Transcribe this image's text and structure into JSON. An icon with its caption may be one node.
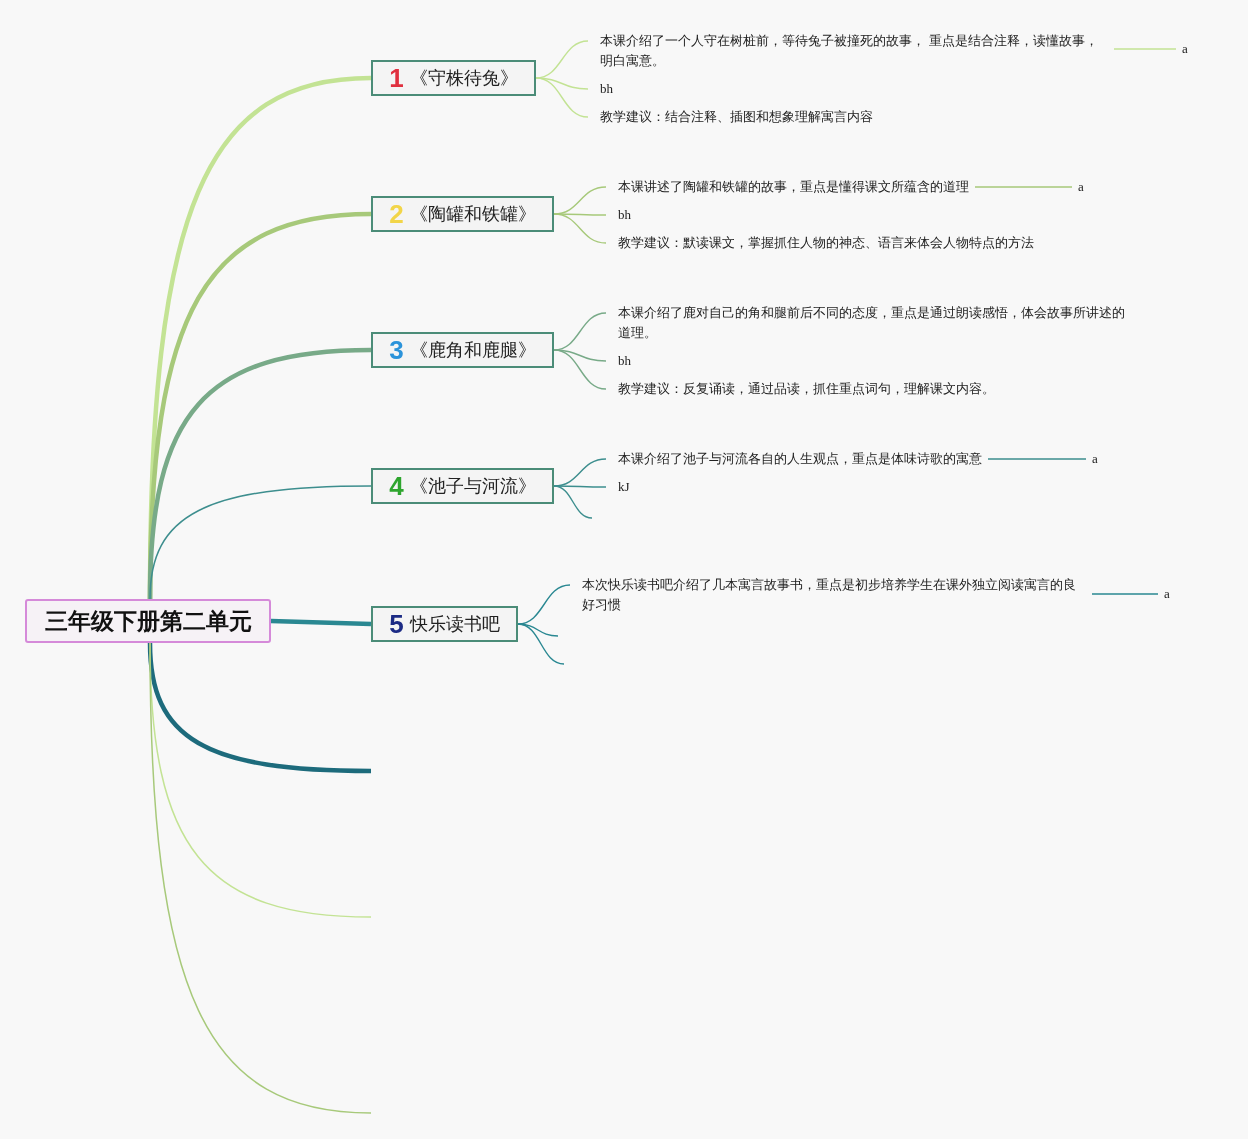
{
  "diagram": {
    "nodes": [
      {
        "text": [
          "三年级下册第二单元"
        ]
      },
      {
        "text": [
          "1",
          "《守株待兔》"
        ]
      },
      {
        "text": [
          "本课介绍了一个人守在树桩前，等待兔子被撞死的故事， 重点是结合注释，读懂故事，明白寓意。"
        ]
      },
      {
        "text": [
          "a"
        ]
      },
      {
        "text": [
          "bh"
        ]
      },
      {
        "text": [
          "教学建议：结合注释、插图和想象理解寓言内容"
        ]
      },
      {
        "text": [
          "2",
          "《陶罐和铁罐》"
        ]
      },
      {
        "text": [
          "本课讲述了陶罐和铁罐的故事，重点是懂得课文所蕴含的道理"
        ]
      },
      {
        "text": [
          "a"
        ]
      },
      {
        "text": [
          "bh"
        ]
      },
      {
        "text": [
          "教学建议：默读课文，掌握抓住人物的神态、语言来体会人物特点的方法"
        ]
      },
      {
        "text": [
          "3",
          "《鹿角和鹿腿》"
        ]
      },
      {
        "text": [
          "本课介绍了鹿对自己的角和腿前后不同的态度，重点是通过朗读感悟，体会故事所讲述的道理。"
        ]
      },
      {
        "text": [
          "bh"
        ]
      },
      {
        "text": [
          "教学建议：反复诵读，通过品读，抓住重点词句，理解课文内容。"
        ]
      },
      {
        "text": [
          "4",
          "《池子与河流》"
        ]
      },
      {
        "text": [
          "本课介绍了池子与河流各自的人生观点，重点是体味诗歌的寓意"
        ]
      },
      {
        "text": [
          "a"
        ]
      },
      {
        "text": [
          "kJ"
        ]
      },
      {
        "text": [
          "5",
          "快乐读书吧"
        ]
      },
      {
        "text": [
          "本次快乐读书吧介绍了几本寓言故事书，重点是初步培养学生在课外独立阅读寓言的良好习惯"
        ]
      },
      {
        "text": [
          "a"
        ]
      }
    ],
    "edges": [
      {
        "from": 0,
        "to": 1,
        "arrow": "none",
        "style": "thick",
        "color": "#c3e394"
      },
      {
        "from": 0,
        "to": 6,
        "arrow": "none",
        "style": "thick",
        "color": "#a7c97a"
      },
      {
        "from": 0,
        "to": 11,
        "arrow": "none",
        "style": "thick",
        "color": "#78aa88"
      },
      {
        "from": 0,
        "to": 15,
        "arrow": "none",
        "color": "#3d8e8e"
      },
      {
        "from": 0,
        "to": 19,
        "arrow": "none",
        "style": "thick",
        "color": "#2a8892"
      },
      {
        "from": 0,
        "to": null,
        "arrow": "none",
        "style": "thick",
        "color": "#1d6b7c"
      },
      {
        "from": 0,
        "to": null,
        "arrow": "none",
        "color": "#c3e394"
      },
      {
        "from": 0,
        "to": null,
        "arrow": "none",
        "color": "#a7c97a"
      },
      {
        "from": 1,
        "to": 2,
        "arrow": "none",
        "color": "#c3e394"
      },
      {
        "from": 2,
        "to": 3,
        "arrow": "none",
        "color": "#c3e394"
      },
      {
        "from": 1,
        "to": 4,
        "arrow": "none",
        "color": "#c3e394"
      },
      {
        "from": 1,
        "to": 5,
        "arrow": "none",
        "color": "#c3e394"
      },
      {
        "from": 6,
        "to": 7,
        "arrow": "none",
        "color": "#a7c97a"
      },
      {
        "from": 7,
        "to": 8,
        "arrow": "none",
        "color": "#a7c97a"
      },
      {
        "from": 6,
        "to": 9,
        "arrow": "none",
        "color": "#a7c97a"
      },
      {
        "from": 6,
        "to": 10,
        "arrow": "none",
        "color": "#a7c97a"
      },
      {
        "from": 11,
        "to": 12,
        "arrow": "none",
        "color": "#78aa88"
      },
      {
        "from": 11,
        "to": 13,
        "arrow": "none",
        "color": "#78aa88"
      },
      {
        "from": 11,
        "to": 14,
        "arrow": "none",
        "color": "#78aa88"
      },
      {
        "from": 15,
        "to": 16,
        "arrow": "none",
        "color": "#3d8e8e"
      },
      {
        "from": 16,
        "to": 17,
        "arrow": "none",
        "color": "#3d8e8e"
      },
      {
        "from": 15,
        "to": 18,
        "arrow": "none",
        "color": "#3d8e8e"
      },
      {
        "from": 15,
        "to": null,
        "arrow": "none",
        "color": "#3d8e8e"
      },
      {
        "from": 19,
        "to": 20,
        "arrow": "none",
        "color": "#2a8892"
      },
      {
        "from": 20,
        "to": 21,
        "arrow": "none",
        "color": "#2a8892"
      },
      {
        "from": 19,
        "to": null,
        "arrow": "none",
        "color": "#2a8892"
      },
      {
        "from": 19,
        "to": null,
        "arrow": "none",
        "color": "#2a8892"
      }
    ]
  }
}
